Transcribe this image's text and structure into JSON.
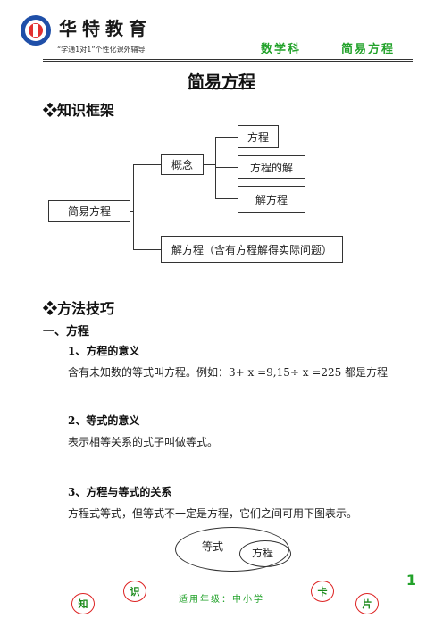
{
  "header": {
    "brand": "华特教育",
    "slogan": "“学通1对1”个性化课外辅导",
    "subject": "数学科",
    "topic": "简易方程"
  },
  "title": "简易方程",
  "sections": {
    "framework": "❖知识框架",
    "methods": "❖方法技巧"
  },
  "diagram": {
    "root": "简易方程",
    "concept": "概念",
    "equation": "方程",
    "solution": "方程的解",
    "solve": "解方程",
    "solve_app": "解方程（含有方程解得实际问题）"
  },
  "content": {
    "part1": "一、方程",
    "h1": "1、方程的意义",
    "p1": "含有未知数的等式叫方程。例如：3+ x =9,15÷ x =225 都是方程",
    "h2": "2、等式的意义",
    "p2": "表示相等关系的式子叫做等式。",
    "h3": "3、方程与等式的关系",
    "p3": "方程式等式，但等式不一定是方程，它们之间可用下图表示。"
  },
  "venn": {
    "outer": "等式",
    "inner": "方程"
  },
  "footer": {
    "page": "1",
    "text": "适用年级：中小学",
    "bubbles": [
      "知",
      "识",
      "卡",
      "片"
    ]
  },
  "colors": {
    "accent_green": "#22a22a",
    "bubble_border": "#dd2222"
  }
}
